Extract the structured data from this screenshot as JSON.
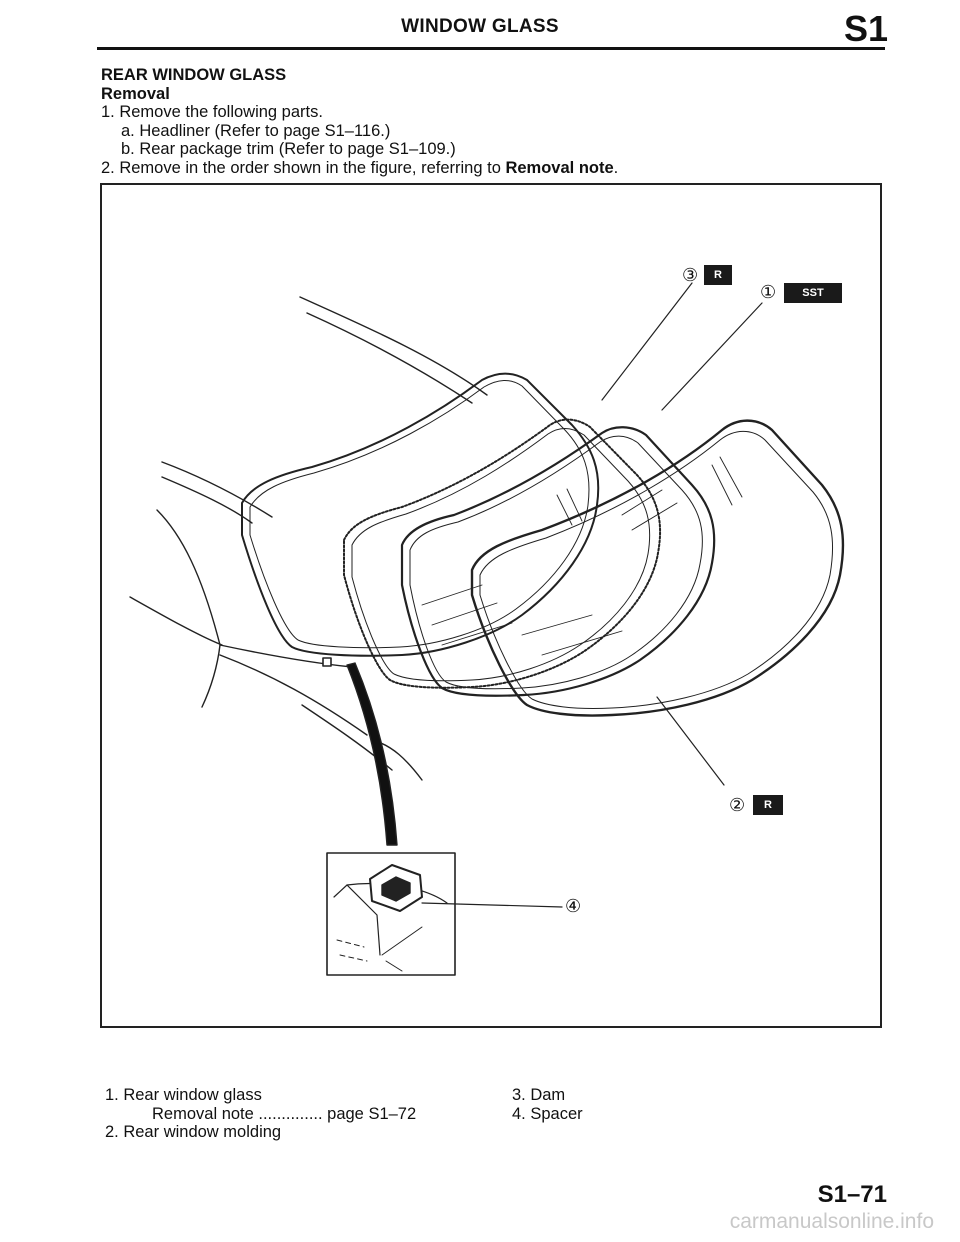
{
  "header": {
    "title": "WINDOW GLASS",
    "section_code": "S1"
  },
  "intro": {
    "heading": "REAR WINDOW GLASS",
    "subheading": "Removal",
    "step1": "1. Remove the following parts.",
    "step1a": "a. Headliner (Refer to page S1–116.)",
    "step1b": "b. Rear package trim (Refer to page S1–109.)",
    "step2_prefix": "2. Remove in the order shown in the figure, referring to ",
    "step2_bold": "Removal note",
    "step2_suffix": "."
  },
  "figure": {
    "callouts": {
      "c1": "①",
      "c2": "②",
      "c3": "③",
      "c4": "④"
    },
    "badges": {
      "sst": "SST",
      "r": "R"
    }
  },
  "legend": {
    "item1": "1. Rear window glass",
    "item1_note": "Removal note .............. page S1–72",
    "item2": "2. Rear window molding",
    "item3": "3. Dam",
    "item4": "4. Spacer"
  },
  "footer": {
    "page_number": "S1–71",
    "watermark": "carmanualsonline.info"
  }
}
